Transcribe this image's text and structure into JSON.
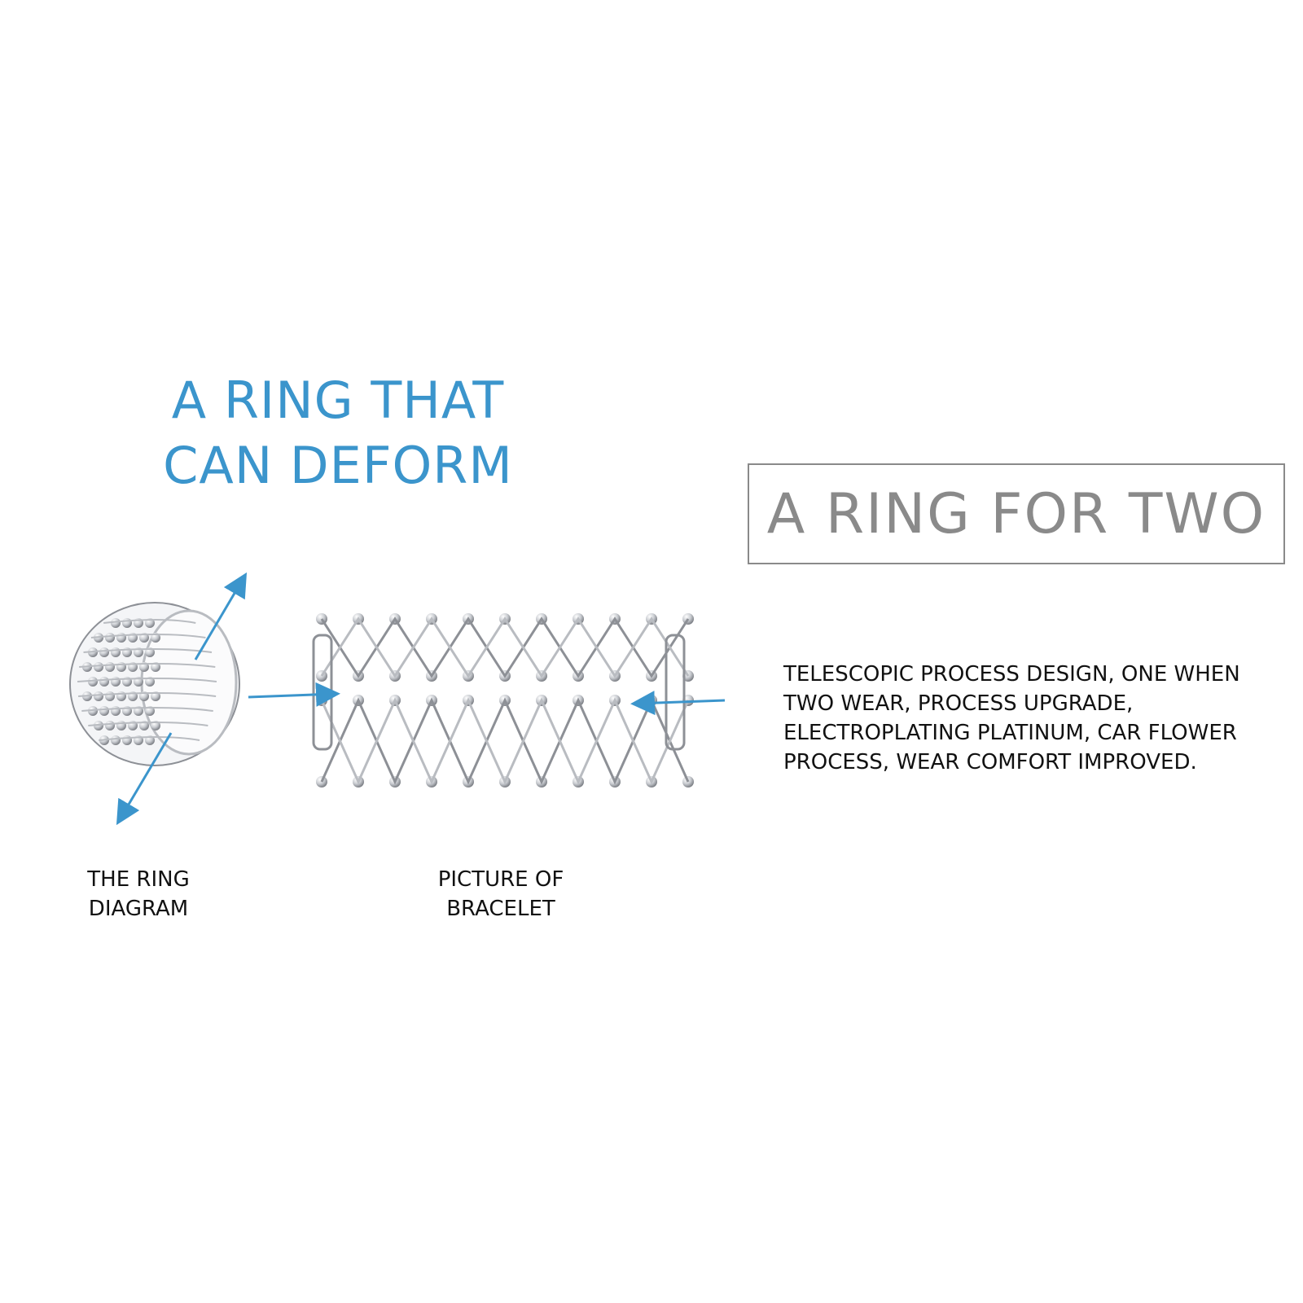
{
  "headline": {
    "line1": "A RING THAT",
    "line2": "CAN DEFORM",
    "color": "#3b95cc"
  },
  "boxed_title": {
    "text": "A RING FOR TWO",
    "color": "#8a8a8a"
  },
  "description": {
    "lines": [
      "TELESCOPIC PROCESS DESIGN, ONE WHEN",
      "TWO WEAR, PROCESS UPGRADE,",
      "ELECTROPLATING PLATINUM, CAR FLOWER",
      "PROCESS, WEAR COMFORT IMPROVED."
    ]
  },
  "captions": {
    "ring": {
      "line1": "THE RING",
      "line2": "DIAGRAM"
    },
    "bracelet": {
      "line1": "PICTURE OF",
      "line2": "BRACELET"
    }
  },
  "colors": {
    "arrow": "#3b95cc",
    "silver": "#b9bcc1",
    "silver_dark": "#8d9096",
    "silver_light": "#f2f3f5"
  }
}
